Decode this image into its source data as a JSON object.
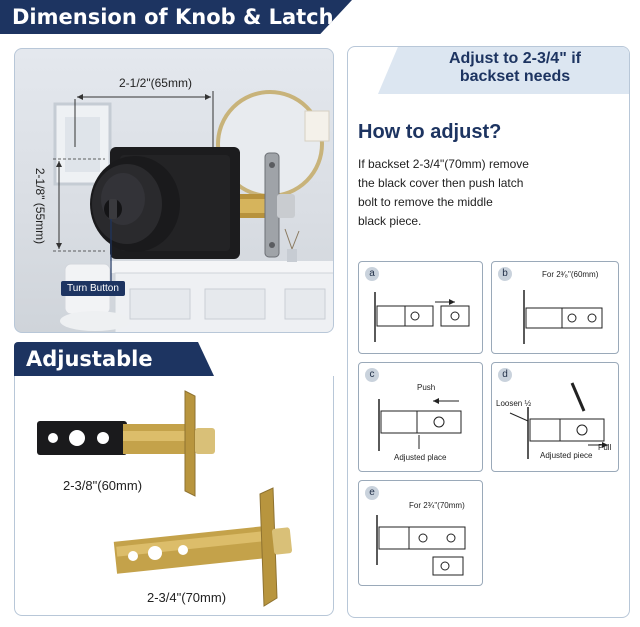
{
  "header": {
    "title": "Dimension of Knob & Latch"
  },
  "photo": {
    "width_label": "2-1/2\"(65mm)",
    "height_label": "2-1/8\" (55mm)",
    "callout": "Turn Button"
  },
  "adjust_banner": {
    "line1": "Adjust to 2-3/4\" if",
    "line2": "backset needs"
  },
  "how_to": {
    "title": "How to adjust?",
    "lines": [
      "If backset 2-3/4\"(70mm) remove",
      "the black cover then push latch",
      "bolt to remove the middle",
      "black piece."
    ]
  },
  "adjustable": {
    "title": "Adjustable Latch",
    "latch1_label": "2-3/8\"(60mm)",
    "latch2_label": "2-3/4\"(70mm)"
  },
  "steps": {
    "a": {
      "badge": "a"
    },
    "b": {
      "badge": "b",
      "note": "For 2³⁄₈\"(60mm)"
    },
    "c": {
      "badge": "c",
      "push": "Push",
      "adjusted": "Adjusted place"
    },
    "d": {
      "badge": "d",
      "loosen": "Loosen ½",
      "adjusted": "Adjusted piece",
      "pull": "Pull"
    },
    "e": {
      "badge": "e",
      "note": "For 2¾\"(70mm)"
    }
  },
  "colors": {
    "navy": "#1d3461",
    "brass": "#c4a24a",
    "matte_black": "#1a1a1a",
    "panel_border": "#b8c7d8"
  }
}
